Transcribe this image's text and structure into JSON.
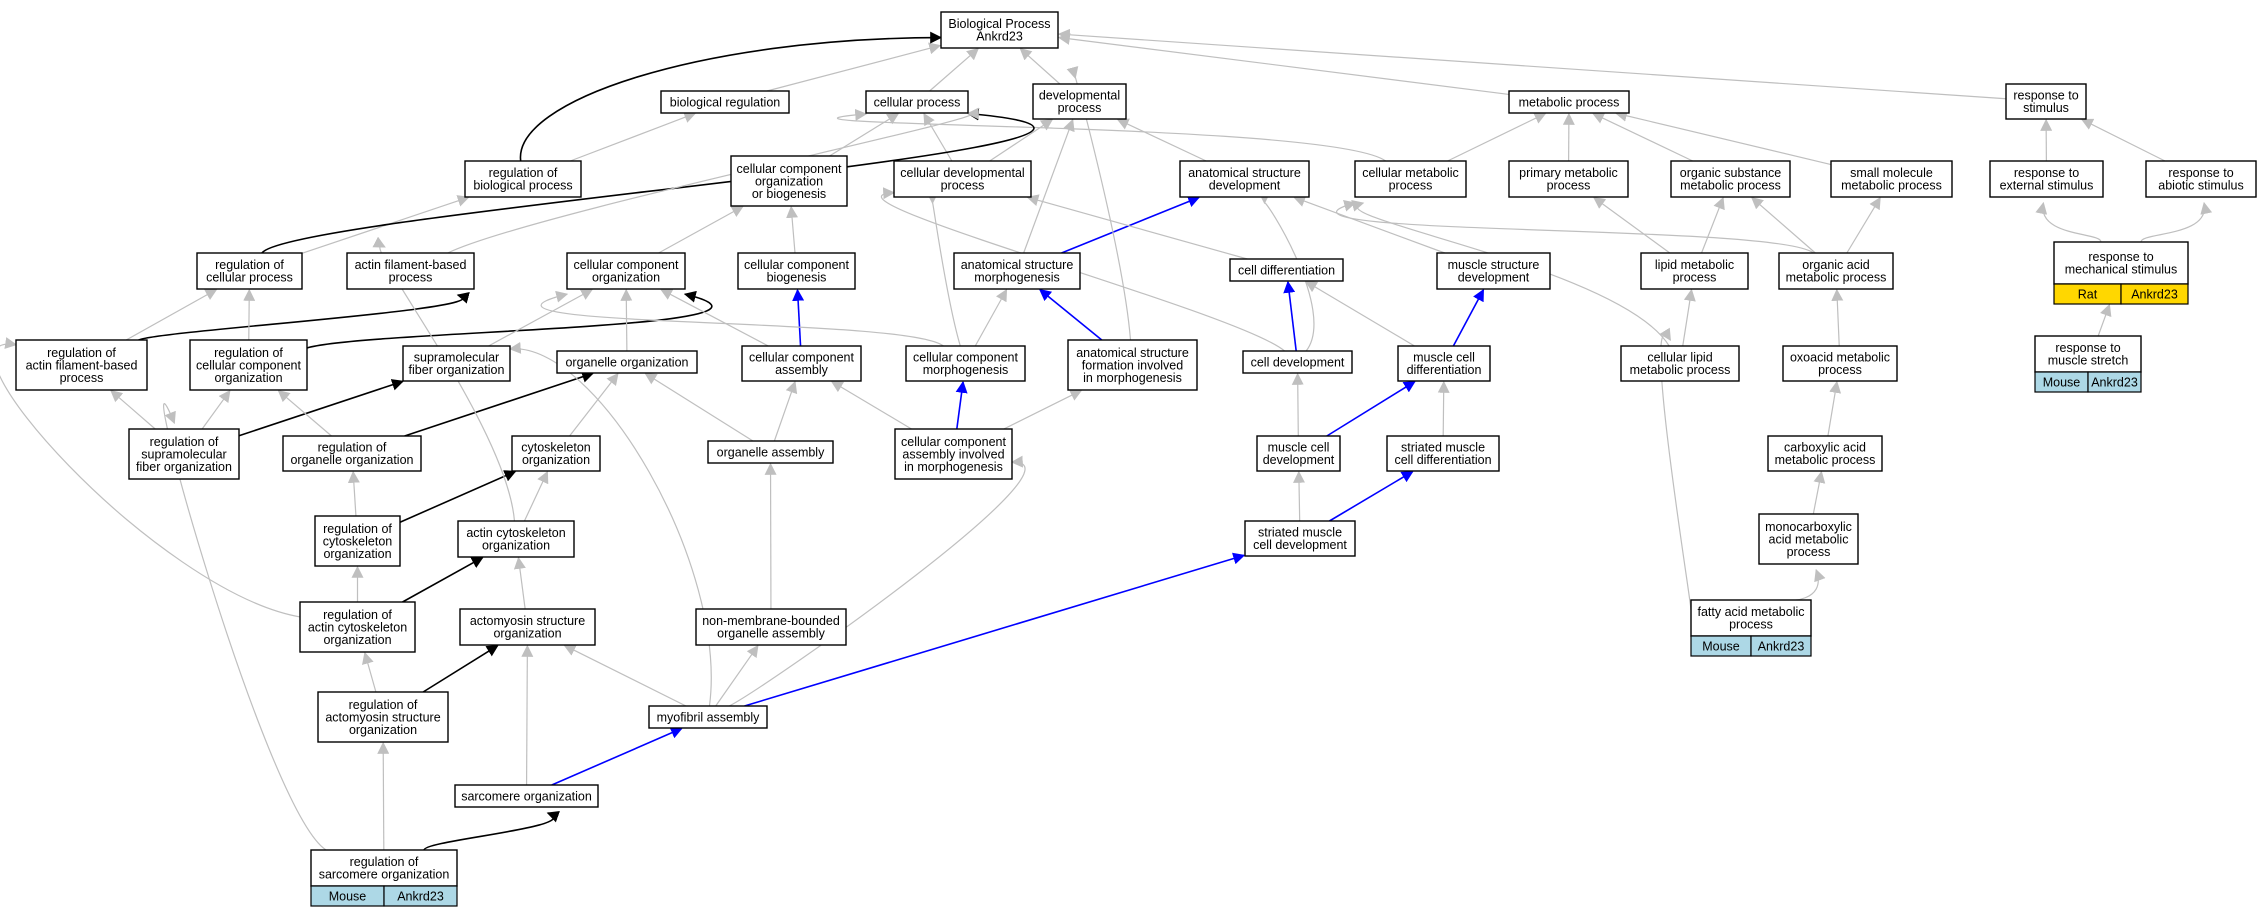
{
  "colors": {
    "gray": "#bfbfbf",
    "black": "#000000",
    "blue": "#0000ff",
    "mouse": "#add8e6",
    "rat": "#ffd700"
  },
  "nodes": {
    "root": [
      "Biological Process",
      "Ankrd23"
    ],
    "bioreg": [
      "biological regulation"
    ],
    "cellproc": [
      "cellular process"
    ],
    "devproc": [
      "developmental",
      "process"
    ],
    "metab": [
      "metabolic process"
    ],
    "resp": [
      "response to",
      "stimulus"
    ],
    "regbio": [
      "regulation of",
      "biological process"
    ],
    "ccob": [
      "cellular component",
      "organization",
      "or biogenesis"
    ],
    "celldevproc": [
      "cellular developmental",
      "process"
    ],
    "asdev": [
      "anatomical structure",
      "development"
    ],
    "cellmetab": [
      "cellular metabolic",
      "process"
    ],
    "primmetab": [
      "primary metabolic",
      "process"
    ],
    "orgsub": [
      "organic substance",
      "metabolic process"
    ],
    "smallmol": [
      "small molecule",
      "metabolic process"
    ],
    "respext": [
      "response to",
      "external stimulus"
    ],
    "respabi": [
      "response to",
      "abiotic stimulus"
    ],
    "regcell": [
      "regulation of",
      "cellular process"
    ],
    "actinfil": [
      "actin filament-based",
      "process"
    ],
    "ccorg": [
      "cellular component",
      "organization"
    ],
    "ccbio": [
      "cellular component",
      "biogenesis"
    ],
    "asmorph": [
      "anatomical structure",
      "morphogenesis"
    ],
    "celldiff": [
      "cell differentiation"
    ],
    "musstruct": [
      "muscle structure",
      "development"
    ],
    "lipid": [
      "lipid metabolic",
      "process"
    ],
    "orgacid": [
      "organic acid",
      "metabolic process"
    ],
    "respmech": [
      "response to",
      "mechanical stimulus"
    ],
    "regactfil": [
      "regulation of",
      "actin filament-based",
      "process"
    ],
    "regccorg": [
      "regulation of",
      "cellular component",
      "organization"
    ],
    "suprafib": [
      "supramolecular",
      "fiber organization"
    ],
    "orgorg": [
      "organelle organization"
    ],
    "ccasm": [
      "cellular component",
      "assembly"
    ],
    "ccmorph": [
      "cellular component",
      "morphogenesis"
    ],
    "asform": [
      "anatomical structure",
      "formation involved",
      "in morphogenesis"
    ],
    "celldev": [
      "cell development"
    ],
    "musdiff": [
      "muscle cell",
      "differentiation"
    ],
    "celllipid": [
      "cellular lipid",
      "metabolic process"
    ],
    "oxoacid": [
      "oxoacid metabolic",
      "process"
    ],
    "respstretch": [
      "response to",
      "muscle stretch"
    ],
    "regsupra": [
      "regulation of",
      "supramolecular",
      "fiber organization"
    ],
    "regorg": [
      "regulation of",
      "organelle organization"
    ],
    "cytoorg": [
      "cytoskeleton",
      "organization"
    ],
    "orgasm": [
      "organelle assembly"
    ],
    "ccasmmorph": [
      "cellular component",
      "assembly involved",
      "in morphogenesis"
    ],
    "muscelldev": [
      "muscle cell",
      "development"
    ],
    "strdiff": [
      "striated muscle",
      "cell differentiation"
    ],
    "carbox": [
      "carboxylic acid",
      "metabolic process"
    ],
    "regcyto": [
      "regulation of",
      "cytoskeleton",
      "organization"
    ],
    "actincyto": [
      "actin cytoskeleton",
      "organization"
    ],
    "strdev": [
      "striated muscle",
      "cell development"
    ],
    "monocarb": [
      "monocarboxylic",
      "acid metabolic",
      "process"
    ],
    "regactcyto": [
      "regulation of",
      "actin cytoskeleton",
      "organization"
    ],
    "actomyo": [
      "actomyosin structure",
      "organization"
    ],
    "nonmem": [
      "non-membrane-bounded",
      "organelle assembly"
    ],
    "fatty": [
      "fatty acid metabolic",
      "process"
    ],
    "regactomyo": [
      "regulation of",
      "actomyosin structure",
      "organization"
    ],
    "myofib": [
      "myofibril assembly"
    ],
    "sarc": [
      "sarcomere organization"
    ],
    "regsarc": [
      "regulation of",
      "sarcomere organization"
    ]
  },
  "badges": {
    "respmech": [
      "Rat",
      "Ankrd23"
    ],
    "respstretch": [
      "Mouse",
      "Ankrd23"
    ],
    "fatty": [
      "Mouse",
      "Ankrd23"
    ],
    "regsarc": [
      "Mouse",
      "Ankrd23"
    ]
  }
}
